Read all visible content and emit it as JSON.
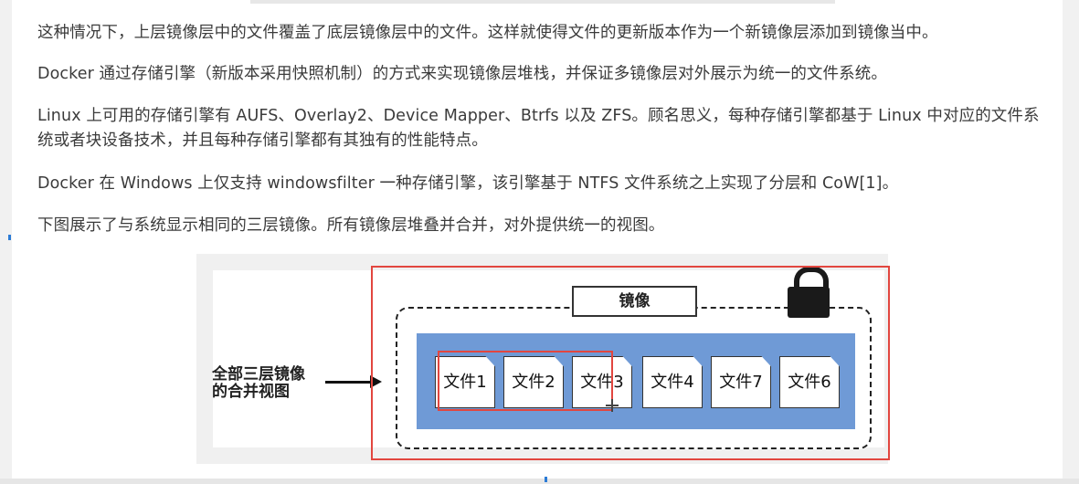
{
  "article": {
    "paragraphs": [
      "这种情况下，上层镜像层中的文件覆盖了底层镜像层中的文件。这样就使得文件的更新版本作为一个新镜像层添加到镜像当中。",
      "Docker 通过存储引擎（新版本采用快照机制）的方式来实现镜像层堆栈，并保证多镜像层对外展示为统一的文件系统。",
      "Linux 上可用的存储引擎有 AUFS、Overlay2、Device Mapper、Btrfs 以及 ZFS。顾名思义，每种存储引擎都基于 Linux 中对应的文件系统或者块设备技术，并且每种存储引擎都有其独有的性能特点。",
      "Docker 在 Windows 上仅支持 windowsfilter 一种存储引擎，该引擎基于 NTFS 文件系统之上实现了分层和 CoW[1]。",
      "下图展示了与系统显示相同的三层镜像。所有镜像层堆叠并合并，对外提供统一的视图。"
    ]
  },
  "figure": {
    "merged_label": "全部三层镜像\n的合并视图",
    "image_label": "镜像",
    "lock_icon": "lock-icon",
    "files": [
      "文件1",
      "文件2",
      "文件3",
      "文件4",
      "文件7",
      "文件6"
    ],
    "colors": {
      "layer_bar": "#6f9ad6",
      "annotation": "#e2463f"
    }
  }
}
